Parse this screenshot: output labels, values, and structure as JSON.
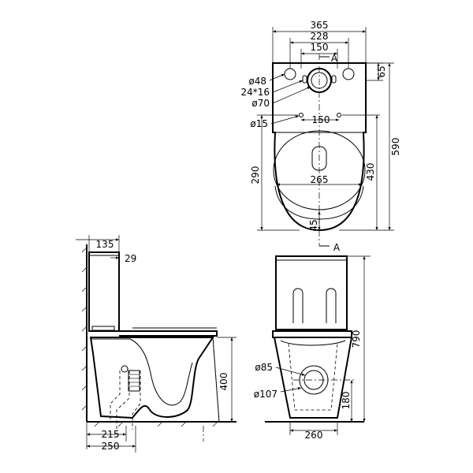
{
  "top_view": {
    "width_365": "365",
    "width_228": "228",
    "width_150_top": "150",
    "section_mark_top": "A",
    "dia_48": "ø48",
    "slot_24x16": "24*16",
    "dia_70": "ø70",
    "dia_15": "ø15",
    "height_65": "65",
    "width_150_mid": "150",
    "length_590": "590",
    "length_430": "430",
    "length_290": "290",
    "width_265": "265",
    "offset_45": "45",
    "section_mark_bottom": "A"
  },
  "side_view": {
    "depth_135": "135",
    "wall_29": "29",
    "height_400": "400",
    "outlet_215": "215",
    "outlet_250": "250"
  },
  "front_view": {
    "height_790": "790",
    "dia_85": "ø85",
    "dia_107": "ø107",
    "height_180": "180",
    "base_260": "260"
  }
}
